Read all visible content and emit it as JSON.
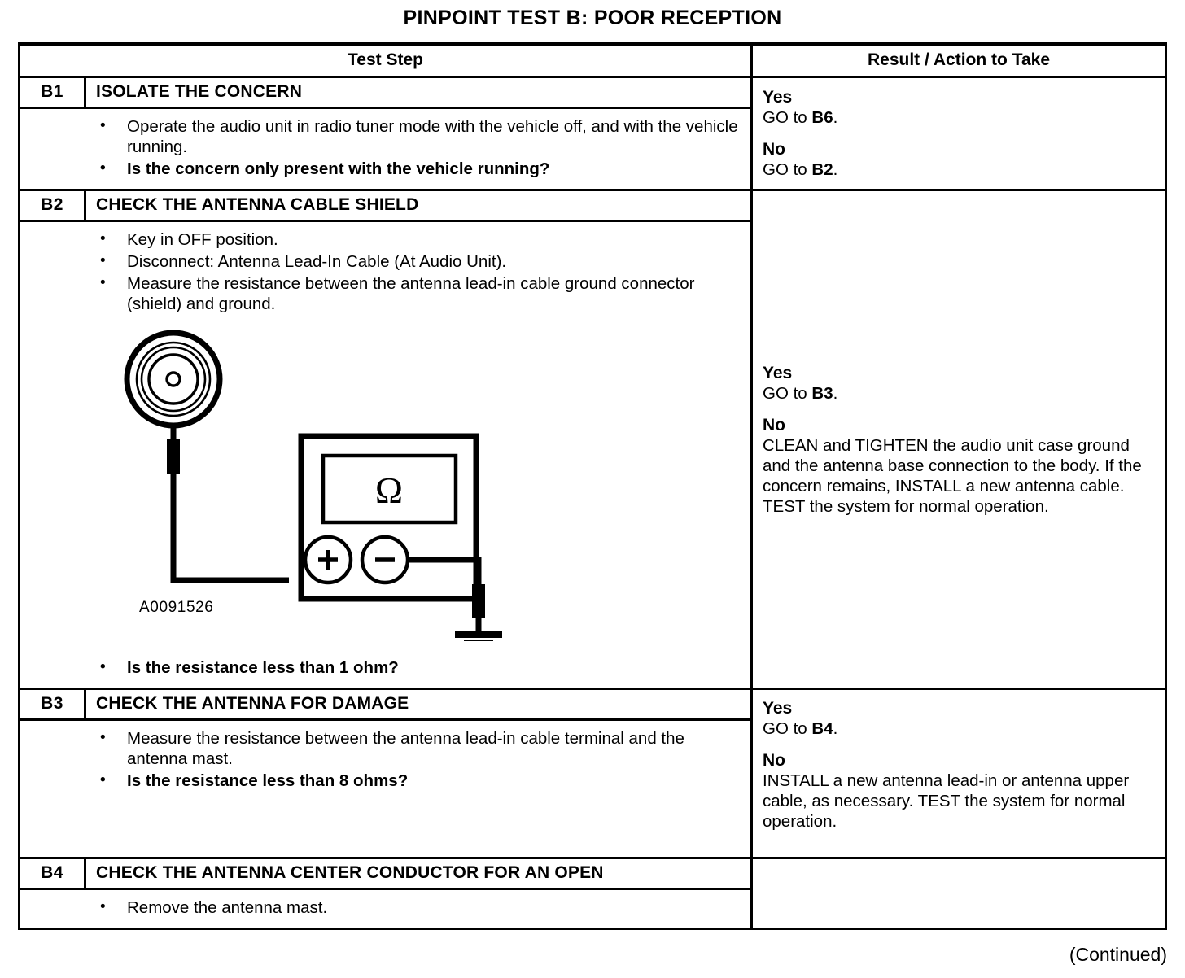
{
  "document": {
    "title": "PINPOINT TEST B: POOR RECEPTION",
    "footer": "(Continued)"
  },
  "table": {
    "headers": {
      "step": "Test Step",
      "result": "Result / Action to Take"
    },
    "steps": [
      {
        "id": "B1",
        "title": "ISOLATE THE CONCERN",
        "bullets": [
          {
            "text": "Operate the audio unit in radio tuner mode with the vehicle off, and with the vehicle running.",
            "bold": false
          },
          {
            "text": "Is the concern only present with the vehicle running?",
            "bold": true
          }
        ],
        "result": {
          "yes_label": "Yes",
          "yes_text_pre": "GO to ",
          "yes_target": "B6",
          "yes_text_post": ".",
          "no_label": "No",
          "no_text_pre": "GO to ",
          "no_target": "B2",
          "no_text_post": "."
        }
      },
      {
        "id": "B2",
        "title": "CHECK THE ANTENNA CABLE SHIELD",
        "bullets": [
          {
            "text": "Key in OFF position.",
            "bold": false
          },
          {
            "text": "Disconnect: Antenna Lead-In Cable (At Audio Unit).",
            "bold": false
          },
          {
            "text": "Measure the resistance between the antenna lead-in cable ground connector (shield) and ground.",
            "bold": false
          }
        ],
        "diagram": {
          "id_label": "A0091526",
          "meter_symbol": "Ω",
          "positive_terminal": "+",
          "negative_terminal": "−"
        },
        "question": {
          "text": "Is the resistance less than 1 ohm?",
          "bold": true
        },
        "result": {
          "yes_label": "Yes",
          "yes_text_pre": "GO to ",
          "yes_target": "B3",
          "yes_text_post": ".",
          "no_label": "No",
          "no_text": "CLEAN and TIGHTEN the audio unit case ground and the antenna base connection to the body. If the concern remains, INSTALL a new antenna cable. TEST the system for normal operation."
        }
      },
      {
        "id": "B3",
        "title": "CHECK THE ANTENNA FOR DAMAGE",
        "bullets": [
          {
            "text": "Measure the resistance between the antenna lead-in cable terminal and the antenna mast.",
            "bold": false
          },
          {
            "text": "Is the resistance less than 8 ohms?",
            "bold": true
          }
        ],
        "result": {
          "yes_label": "Yes",
          "yes_text_pre": "GO to ",
          "yes_target": "B4",
          "yes_text_post": ".",
          "no_label": "No",
          "no_text": "INSTALL a new antenna lead-in or antenna upper cable, as necessary. TEST the system for normal operation."
        }
      },
      {
        "id": "B4",
        "title": "CHECK THE ANTENNA CENTER CONDUCTOR FOR AN OPEN",
        "bullets": [
          {
            "text": "Remove the antenna mast.",
            "bold": false
          }
        ],
        "result": {}
      }
    ]
  },
  "colors": {
    "ink": "#000000",
    "paper": "#ffffff"
  }
}
